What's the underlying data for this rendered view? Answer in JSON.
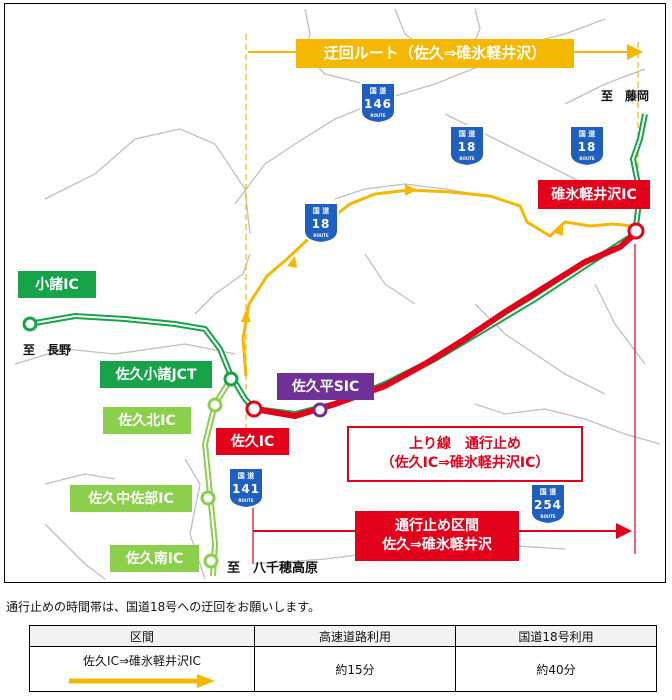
{
  "map": {
    "detour_label": "迂回ルート（佐久⇒碓氷軽井沢）",
    "places": {
      "fujioka": "至　藤岡",
      "nagano": "至　長野",
      "yachiho": "至　八千穂高原"
    },
    "ics": {
      "komoro": "小諸IC",
      "saku_komoro_jct": "佐久小諸JCT",
      "saku_kita": "佐久北IC",
      "saku_nakasakubu": "佐久中佐部IC",
      "saku_minami": "佐久南IC",
      "sakudaira_sic": "佐久平SIC",
      "saku_ic": "佐久IC",
      "usui_karuizawa": "碓氷軽井沢IC"
    },
    "closure_notice": {
      "line1": "上り線　通行止め",
      "line2": "（佐久IC⇒碓氷軽井沢IC）"
    },
    "closure_section": {
      "line1": "通行止め区間",
      "line2": "佐久⇒碓氷軽井沢"
    },
    "routes": [
      {
        "top": "国 道",
        "num": "146",
        "bottom": "ROUTE"
      },
      {
        "top": "国 道",
        "num": "18",
        "bottom": "ROUTE"
      },
      {
        "top": "国 道",
        "num": "18",
        "bottom": "ROUTE"
      },
      {
        "top": "国 道",
        "num": "18",
        "bottom": "ROUTE"
      },
      {
        "top": "国 道",
        "num": "141",
        "bottom": "ROUTE"
      },
      {
        "top": "国 道",
        "num": "254",
        "bottom": "ROUTE"
      }
    ],
    "colors": {
      "expressway": "#16a34a",
      "closure": "#e3001b",
      "detour": "#f5b800",
      "route_shield": "#1f5fbf",
      "road": "#bfbfbf"
    }
  },
  "note": "通行止めの時間帯は、国道18号への迂回をお願いします。",
  "table": {
    "headers": [
      "区間",
      "高速道路利用",
      "国道18号利用"
    ],
    "rows": [
      {
        "section": "佐久IC⇒碓氷軽井沢IC",
        "expressway": "約15分",
        "route18": "約40分"
      }
    ]
  }
}
